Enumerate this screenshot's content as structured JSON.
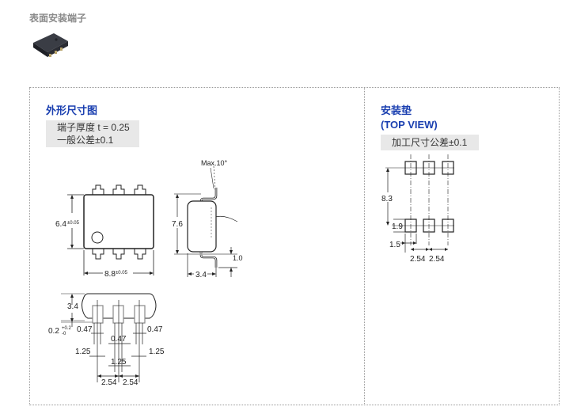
{
  "page": {
    "section_title": "表面安装端子",
    "product_image_alt": "surface-mount-chip"
  },
  "outline": {
    "title": "外形尺寸图",
    "notes": [
      "端子厚度 t = 0.25",
      "一般公差±0.1"
    ],
    "top_view": {
      "height": "6.4",
      "height_tol": "±0.05",
      "width": "8.8",
      "width_tol": "±0.05"
    },
    "side_view": {
      "angle": "Max.10°",
      "height": "7.6",
      "depth": "3.4",
      "lead": "1.0"
    },
    "front_view": {
      "height": "3.4",
      "standoff": "0.2",
      "standoff_tol_plus": "+0.2",
      "standoff_tol_minus": "-0",
      "lead_w_left": "0.47",
      "lead_w_right": "0.47",
      "lead_w_mid": "0.47",
      "pad_left": "1.25",
      "pad_right": "1.25",
      "pad_mid": "1.25",
      "pitch_1": "2.54",
      "pitch_2": "2.54"
    }
  },
  "pads": {
    "title": "安装垫",
    "subtitle": "(TOP VIEW)",
    "note": "加工尺寸公差±0.1",
    "row_span": "8.3",
    "pad_h": "1.9",
    "pad_w": "1.5",
    "pitch_1": "2.54",
    "pitch_2": "2.54"
  }
}
